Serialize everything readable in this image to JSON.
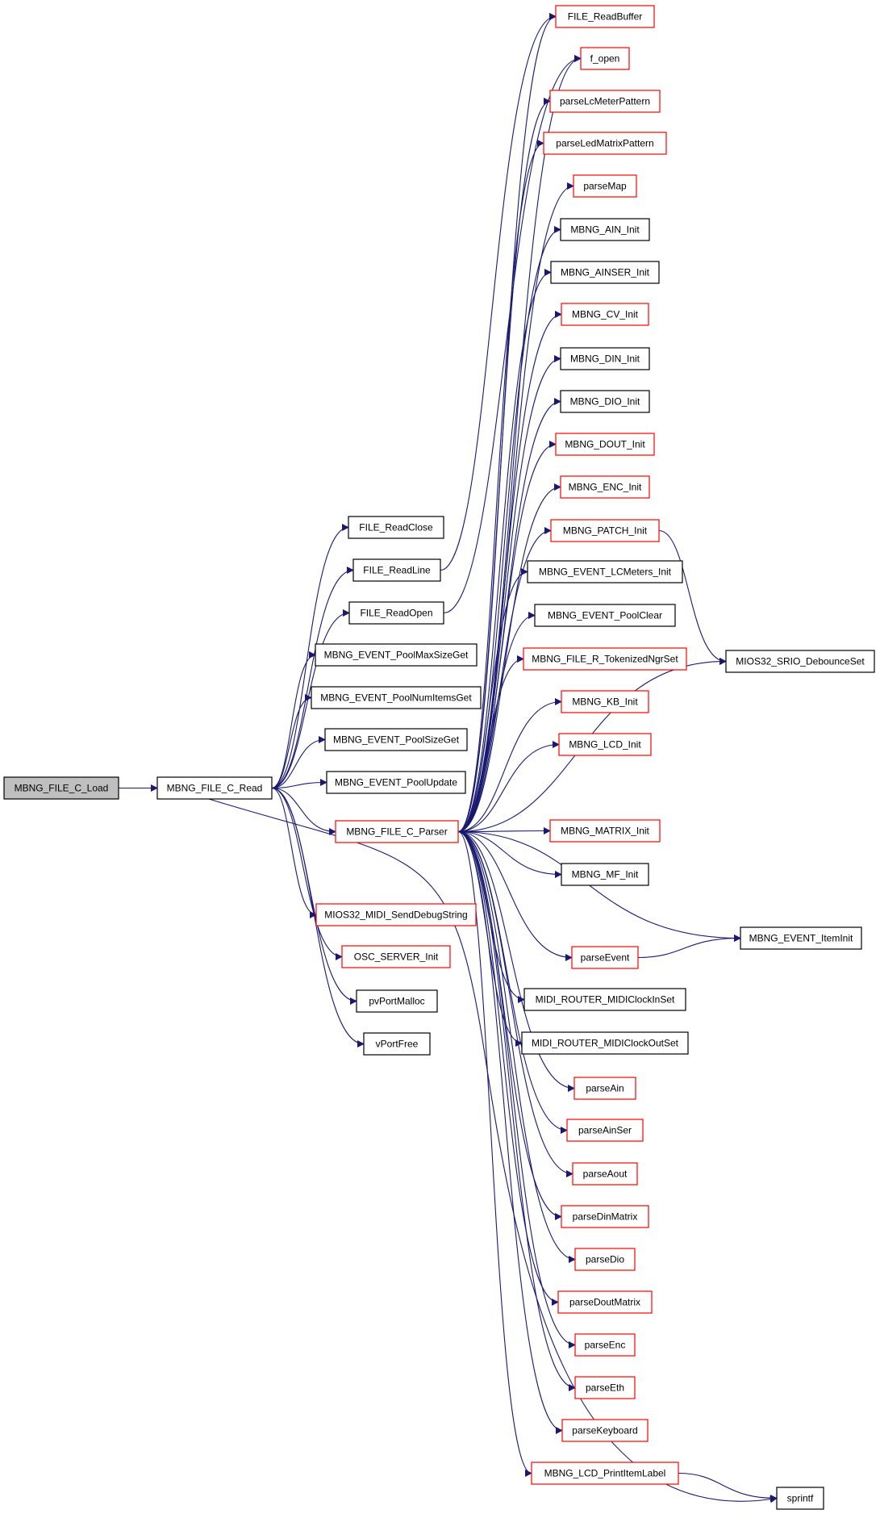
{
  "colors": {
    "edge": "#191970",
    "border_normal": "#000000",
    "border_red": "#ff0000",
    "fill_root": "#bfbfbf",
    "fill_node": "#ffffff"
  },
  "nodes": {
    "root": "MBNG_FILE_C_Load",
    "read": "MBNG_FILE_C_Read",
    "fileReadClose": "FILE_ReadClose",
    "fileReadLine": "FILE_ReadLine",
    "fileReadOpen": "FILE_ReadOpen",
    "poolMaxSizeGet": "MBNG_EVENT_PoolMaxSizeGet",
    "poolNumItemsGet": "MBNG_EVENT_PoolNumItemsGet",
    "poolSizeGet": "MBNG_EVENT_PoolSizeGet",
    "poolUpdate": "MBNG_EVENT_PoolUpdate",
    "parser": "MBNG_FILE_C_Parser",
    "sendDebug": "MIOS32_MIDI_SendDebugString",
    "oscInit": "OSC_SERVER_Init",
    "pvMalloc": "pvPortMalloc",
    "vFree": "vPortFree",
    "fileReadBuffer": "FILE_ReadBuffer",
    "fopen": "f_open",
    "parseLc": "parseLcMeterPattern",
    "parseLedMatrix": "parseLedMatrixPattern",
    "parseMap": "parseMap",
    "ainInit": "MBNG_AIN_Init",
    "ainserInit": "MBNG_AINSER_Init",
    "cvInit": "MBNG_CV_Init",
    "dinInit": "MBNG_DIN_Init",
    "dioInit": "MBNG_DIO_Init",
    "doutInit": "MBNG_DOUT_Init",
    "encInit": "MBNG_ENC_Init",
    "patchInit": "MBNG_PATCH_Init",
    "lcMetersInit": "MBNG_EVENT_LCMeters_Init",
    "poolClear": "MBNG_EVENT_PoolClear",
    "tokenized": "MBNG_FILE_R_TokenizedNgrSet",
    "kbInit": "MBNG_KB_Init",
    "lcdInit": "MBNG_LCD_Init",
    "matrixInit": "MBNG_MATRIX_Init",
    "mfInit": "MBNG_MF_Init",
    "parseEvent": "parseEvent",
    "clockIn": "MIDI_ROUTER_MIDIClockInSet",
    "clockOut": "MIDI_ROUTER_MIDIClockOutSet",
    "parseAin": "parseAin",
    "parseAinSer": "parseAinSer",
    "parseAout": "parseAout",
    "parseDinMatrix": "parseDinMatrix",
    "parseDio": "parseDio",
    "parseDoutMatrix": "parseDoutMatrix",
    "parseEnc": "parseEnc",
    "parseEth": "parseEth",
    "parseKeyboard": "parseKeyboard",
    "printItemLabel": "MBNG_LCD_PrintItemLabel",
    "srio": "MIOS32_SRIO_DebounceSet",
    "itemInit": "MBNG_EVENT_ItemInit",
    "sprintf": "sprintf"
  }
}
